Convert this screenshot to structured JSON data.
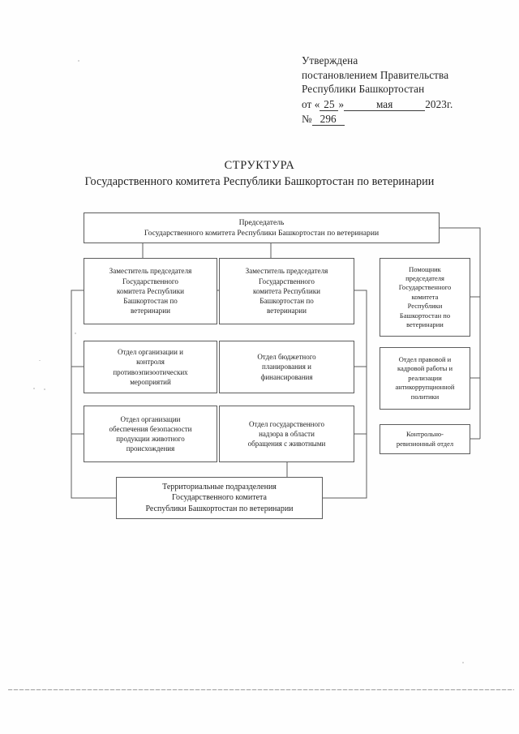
{
  "approval": {
    "line1": "Утверждена",
    "line2": "постановлением Правительства",
    "line3": "Республики Башкортостан",
    "date_prefix": "от «",
    "day": "25",
    "date_mid": "»",
    "month": "мая",
    "year": "2023",
    "year_suffix": "г.",
    "number_label": "№",
    "number": "296"
  },
  "title": {
    "heading": "СТРУКТУРА",
    "subheading": "Государственного комитета Республики Башкортостан по ветеринарии"
  },
  "chart_data": {
    "type": "diagram",
    "title": "СТРУКТУРА Государственного комитета Республики Башкортостан по ветеринарии",
    "nodes": [
      {
        "id": "chairman",
        "label": "Председатель\nГосударственного комитета Республики Башкортостан по ветеринарии",
        "level": 0
      },
      {
        "id": "deputy-1",
        "label": "Заместитель председателя\nГосударственного\nкомитета Республики\nБашкортостан по\nветеринарии",
        "level": 1
      },
      {
        "id": "deputy-2",
        "label": "Заместитель председателя\nГосударственного\nкомитета Республики\nБашкортостан по\nветеринарии",
        "level": 1
      },
      {
        "id": "assistant",
        "label": "Помощник\nпредседателя\nГосударственного\nкомитета\nРеспублики\nБашкортостан по\nветеринарии",
        "level": 1
      },
      {
        "id": "dept-epizootic",
        "label": "Отдел организации и\nконтроля\nпротивоэпизоотических\nмероприятий",
        "level": 2
      },
      {
        "id": "dept-budget",
        "label": "Отдел бюджетного\nпланирования и\nфинансирования",
        "level": 2
      },
      {
        "id": "dept-legal",
        "label": "Отдел правовой и\nкадровой работы и\nреализации\nантикоррупционной\nполитики",
        "level": 2
      },
      {
        "id": "dept-safety",
        "label": "Отдел организации\nобеспечения безопасности\nпродукции животного\nпроисхождения",
        "level": 3
      },
      {
        "id": "dept-supervision",
        "label": "Отдел государственного\nнадзора в области\nобращения с животными",
        "level": 3
      },
      {
        "id": "dept-audit",
        "label": "Контрольно-\nревизионный отдел",
        "level": 3
      },
      {
        "id": "territorial",
        "label": "Территориальные подразделения\nГосударственного комитета\nРеспублики Башкортостан по ветеринарии",
        "level": 4
      }
    ],
    "edges": [
      {
        "from": "chairman",
        "to": "deputy-1"
      },
      {
        "from": "chairman",
        "to": "deputy-2"
      },
      {
        "from": "chairman",
        "to": "assistant"
      },
      {
        "from": "deputy-1",
        "to": "dept-epizootic"
      },
      {
        "from": "deputy-1",
        "to": "dept-safety"
      },
      {
        "from": "deputy-1",
        "to": "territorial"
      },
      {
        "from": "deputy-2",
        "to": "dept-budget"
      },
      {
        "from": "deputy-2",
        "to": "dept-supervision"
      },
      {
        "from": "deputy-2",
        "to": "territorial"
      },
      {
        "from": "assistant",
        "to": "dept-legal"
      },
      {
        "from": "assistant",
        "to": "dept-audit"
      }
    ],
    "colors": {
      "box_border": "#5c5c5c",
      "connector": "#5c5c5c",
      "text": "#1f1f1f",
      "background": "#ffffff"
    }
  }
}
